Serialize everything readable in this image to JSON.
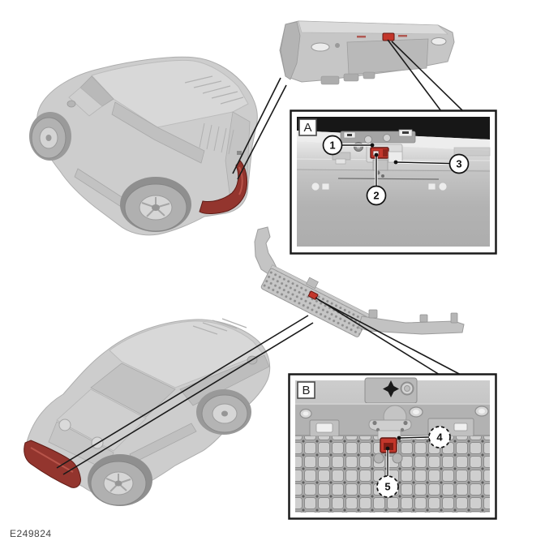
{
  "figure": {
    "code": "E249824"
  },
  "palette": {
    "background": "#ffffff",
    "body_gray": "#cccccc",
    "detail_panel_gray": "#b5b5b5",
    "black_band": "#171717",
    "highlight_red": "#93352e",
    "clip_red": "#c3362b",
    "outline_black": "#1a1a1a"
  },
  "detail_views": {
    "a": {
      "label": "A",
      "callouts": [
        {
          "number": "1"
        },
        {
          "number": "2"
        },
        {
          "number": "3"
        }
      ]
    },
    "b": {
      "label": "B",
      "callouts": [
        {
          "number": "4"
        },
        {
          "number": "5"
        }
      ]
    }
  }
}
